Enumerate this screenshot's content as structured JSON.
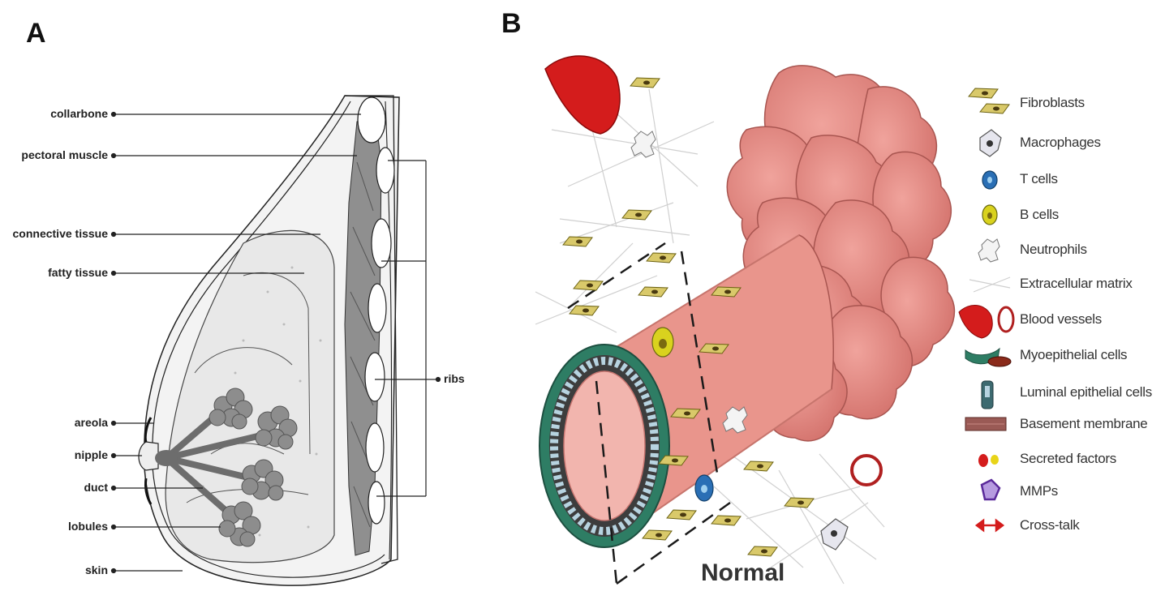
{
  "panels": {
    "a": "A",
    "b": "B"
  },
  "breast_labels": {
    "collarbone": "collarbone",
    "pectoral_muscle": "pectoral muscle",
    "connective_tissue": "connective tissue",
    "fatty_tissue": "fatty tissue",
    "areola": "areola",
    "nipple": "nipple",
    "duct": "duct",
    "lobules": "lobules",
    "skin": "skin",
    "ribs": "ribs"
  },
  "legend": {
    "fibroblasts": "Fibroblasts",
    "macrophages": "Macrophages",
    "t_cells": "T cells",
    "b_cells": "B cells",
    "neutrophils": "Neutrophils",
    "extracellular_matrix": "Extracellular matrix",
    "blood_vessels": "Blood vessels",
    "myoepithelial_cells": "Myoepithelial cells",
    "luminal_epithelial_cells": "Luminal epithelial cells",
    "basement_membrane": "Basement membrane",
    "secreted_factors": "Secreted factors",
    "mmps": "MMPs",
    "cross_talk": "Cross-talk"
  },
  "duct_caption": "Normal",
  "colors": {
    "duct_pink": "#e9958c",
    "tumor_pink": "#e88c86",
    "fibroblast": "#d9c96a",
    "blood_red": "#d41c1c",
    "myoepithelial_green": "#2e7d64",
    "t_cell_blue": "#2a6fb5",
    "b_cell_yellow": "#d9d21e",
    "tissue_gray": "#8a8a8a"
  }
}
